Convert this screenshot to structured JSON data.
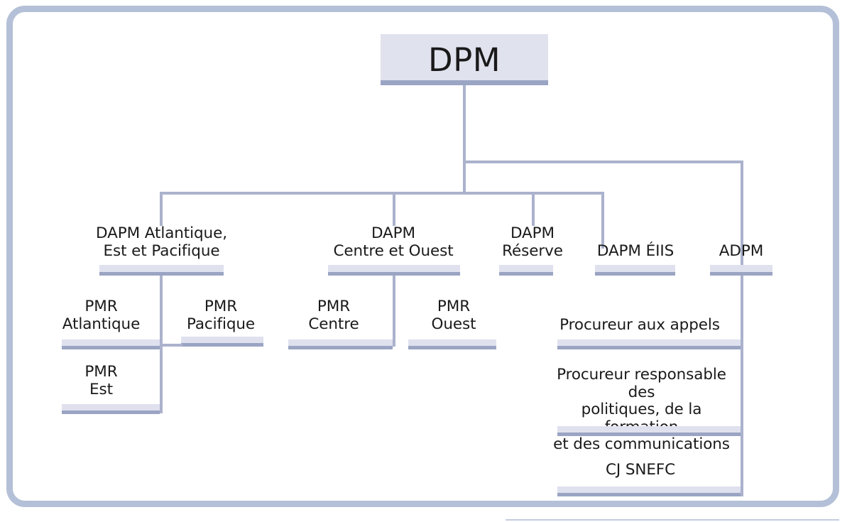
{
  "diagram": {
    "title": "DPM",
    "type": "organizational-chart",
    "language": "fr",
    "colors": {
      "frame": "#b4c0d7",
      "node_fill": "#dfe1ee",
      "node_rule": "#9aa4c3",
      "connector": "#aab2cd",
      "text": "#1a1a1a",
      "background": "#ffffff"
    }
  },
  "nodes": {
    "root": {
      "label": "DPM"
    },
    "level2": [
      {
        "id": "dapm-atlantique-est-pacifique",
        "label": "DAPM Atlantique,\nEst et Pacifique"
      },
      {
        "id": "dapm-centre-ouest",
        "label": "DAPM\nCentre et Ouest"
      },
      {
        "id": "dapm-reserve",
        "label": "DAPM\nRéserve"
      },
      {
        "id": "dapm-eiis",
        "label": "DAPM ÉIIS"
      },
      {
        "id": "adpm",
        "label": "ADPM"
      }
    ],
    "level3_left": [
      {
        "id": "pmr-atlantique",
        "label": "PMR\nAtlantique"
      },
      {
        "id": "pmr-pacifique",
        "label": "PMR\nPacifique"
      },
      {
        "id": "pmr-est",
        "label": "PMR\nEst"
      }
    ],
    "level3_centre": [
      {
        "id": "pmr-centre",
        "label": "PMR\nCentre"
      },
      {
        "id": "pmr-ouest",
        "label": "PMR\nOuest"
      }
    ],
    "level3_adpm": [
      {
        "id": "procureur-aux-appels",
        "label": "Procureur aux appels"
      },
      {
        "id": "procureur-responsable",
        "label": "Procureur responsable des\npolitiques, de la formation\net des communications"
      },
      {
        "id": "cj-snefc",
        "label": "CJ SNEFC"
      }
    ]
  }
}
